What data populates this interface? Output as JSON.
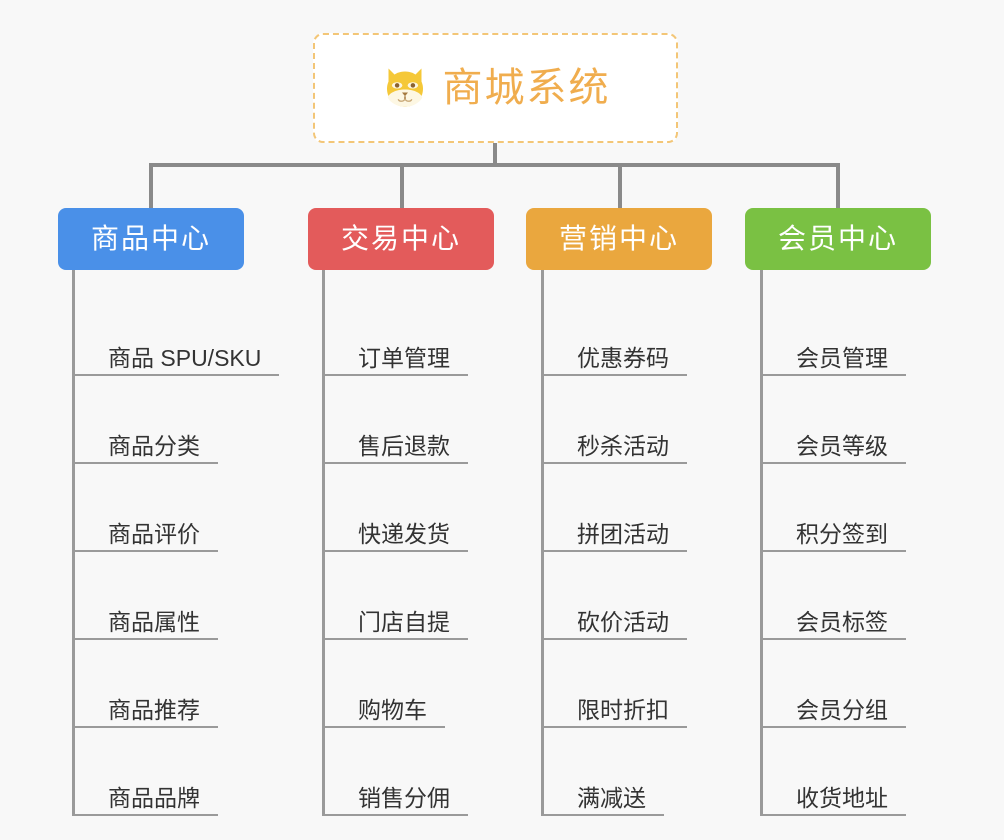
{
  "background_color": "#f8f8f8",
  "root": {
    "title": "商城系统",
    "icon": "shiba-dog-face-icon",
    "text_color": "#f0ad4e",
    "border_color": "#f3c677",
    "background": "#ffffff"
  },
  "line_color": "#8a8a8a",
  "branches": [
    {
      "label": "商品中心",
      "color": "#4a90e8",
      "items": [
        "商品 SPU/SKU",
        "商品分类",
        "商品评价",
        "商品属性",
        "商品推荐",
        "商品品牌"
      ]
    },
    {
      "label": "交易中心",
      "color": "#e35b5b",
      "items": [
        "订单管理",
        "售后退款",
        "快递发货",
        "门店自提",
        "购物车",
        "销售分佣"
      ]
    },
    {
      "label": "营销中心",
      "color": "#eaa73e",
      "items": [
        "优惠券码",
        "秒杀活动",
        "拼团活动",
        "砍价活动",
        "限时折扣",
        "满减送"
      ]
    },
    {
      "label": "会员中心",
      "color": "#7ac143",
      "items": [
        "会员管理",
        "会员等级",
        "积分签到",
        "会员标签",
        "会员分组",
        "收货地址"
      ]
    }
  ]
}
